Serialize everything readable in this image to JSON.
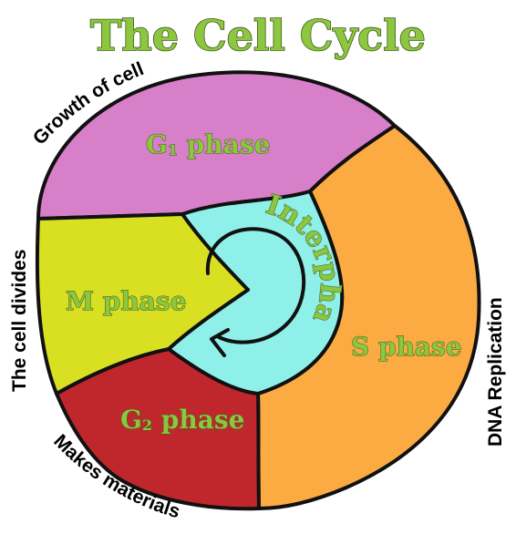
{
  "title": "The Cell Cycle",
  "phases": {
    "g1": {
      "letter": "G",
      "sub": "1",
      "word": " phase",
      "color": "#d77fc9"
    },
    "s": {
      "label": "S phase",
      "color": "#fbab42"
    },
    "g2": {
      "letter": "G",
      "sub": "2",
      "word": " phase",
      "color": "#c0272d"
    },
    "m": {
      "label": "M phase",
      "color": "#d9e021"
    }
  },
  "interphase": {
    "label": "Interphase",
    "color": "#8ff0ea"
  },
  "outer_labels": {
    "growth": "Growth of cell",
    "dna": "DNA Replication",
    "materials": "Makes materials",
    "divides": "The cell divides"
  }
}
